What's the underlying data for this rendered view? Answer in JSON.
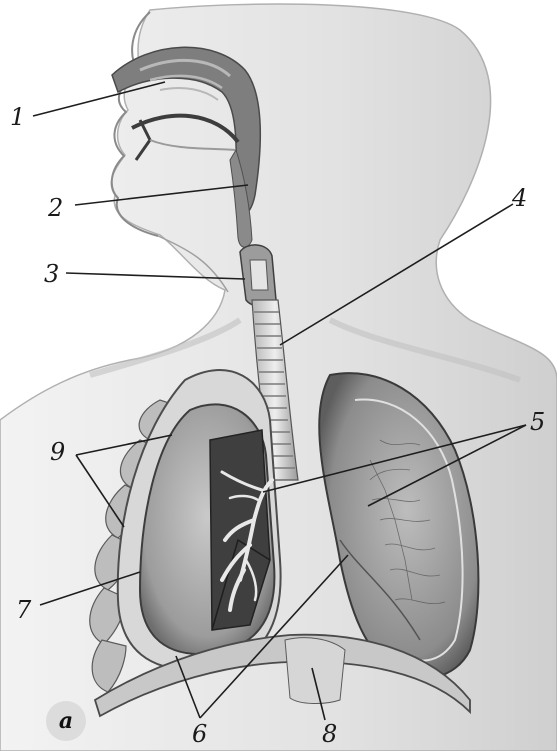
{
  "figure": {
    "panel_letter": "a",
    "callouts": [
      "1",
      "2",
      "3",
      "4",
      "5",
      "6",
      "7",
      "8",
      "9"
    ]
  }
}
